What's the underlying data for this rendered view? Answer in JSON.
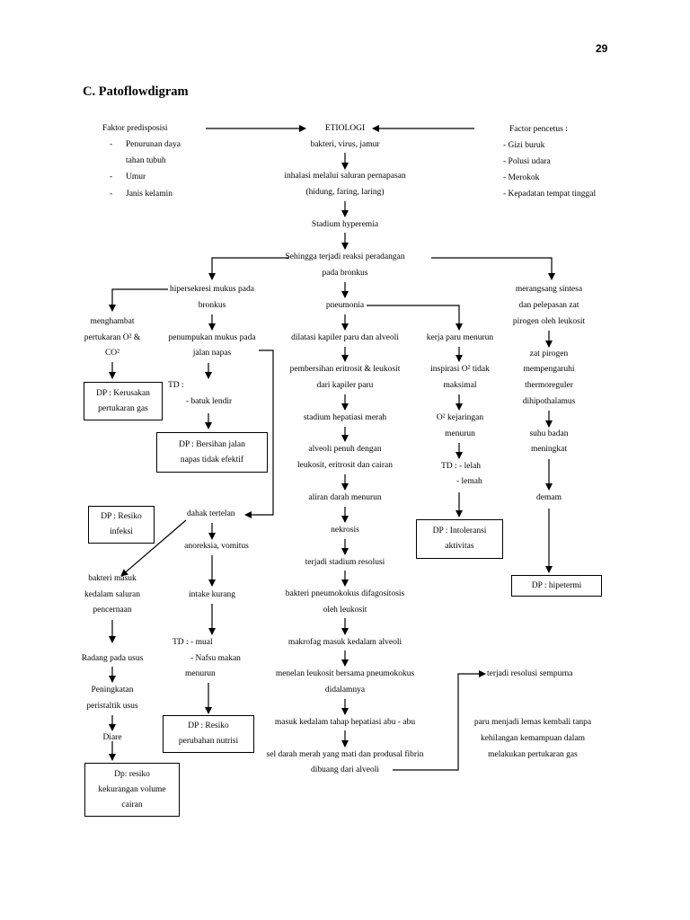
{
  "page_number": "29",
  "section_title": "C. Patoflowdigram",
  "left_factors": {
    "title": "Faktor predisposisi",
    "items": [
      [
        "-",
        "Penurunan   daya"
      ],
      [
        "",
        "tahan tubuh"
      ],
      [
        "-",
        "Umur"
      ],
      [
        "-",
        "Janis kelamin"
      ]
    ]
  },
  "right_factors": {
    "title": "Factor pencetus :",
    "items": [
      "- Gizi buruk",
      "- Polusi udara",
      "- Merokok",
      "- Kepadatan tempat tinggal"
    ]
  },
  "center": {
    "etiologi": "ETIOLOGI",
    "bakteri": "bakteri, virus, jamur",
    "inhalasi_1": "inhalasi melalui saluran pernapasan",
    "inhalasi_2": "(hidung, faring, laring)",
    "stadium_hyperemia": "Stadium hyperemia",
    "reaksi_1": "Sehingga terjadi reaksi peradangan",
    "reaksi_2": "pada bronkus",
    "pneumonia": "pneumonia",
    "dilatasi": "dilatasi kapiler paru dan alveoli",
    "pembersihan_1": "pembersihan eritrosit & leukosit",
    "pembersihan_2": "dari kapiler paru",
    "hepatiasi_merah": "stadium hepatiasi merah",
    "alveoli_1": "alveoli penuh dengan",
    "alveoli_2": "leukosit, eritrosit dan cairan",
    "aliran": "aliran darah menurun",
    "nekrosis": "nekrosis",
    "resolusi": "terjadi stadium resolusi",
    "bakteri_pn_1": "bakteri pneumokokus difagositosis",
    "bakteri_pn_2": "oleh leukosit",
    "makrofag": "makrofag masuk kedalam alveoli",
    "menelan_1": "menelan leukosit bersama pneumokokus",
    "menelan_2": "didalamnya",
    "hepatiasi_abu": "masuk kedalam tahap hepatiasi abu - abu",
    "sel_darah_1": "sel darah merah yang mati dan produsal fibrin",
    "sel_darah_2": "dibuang dari alveoli"
  },
  "left_branch": {
    "hipersekresi_1": "hipersekresi mukus pada",
    "hipersekresi_2": "bronkus",
    "penumpukan_1": "penumpukan mukus pada",
    "penumpukan_2": "jalan napas",
    "td_1": "TD :",
    "td_2": "- batuk lendir",
    "dp_jalan_1": "DP : Bersihan jalan",
    "dp_jalan_2": "napas tidak efektif",
    "menghambat_1": "menghambat",
    "menghambat_2": "pertukaran O² &",
    "menghambat_3": "CO²",
    "dp_gas_1": "DP : Kerusakan",
    "dp_gas_2": "pertukaran gas",
    "dahak": "dahak tertelan",
    "dp_infeksi_1": "DP : Resiko",
    "dp_infeksi_2": "infeksi",
    "anoreksia": "anoreksia, vomitus",
    "intake": "intake kurang",
    "td_mual_1": "TD : -   mual",
    "td_mual_2": "- Nafsu makan",
    "td_mual_3": "menurun",
    "dp_nutrisi_1": "DP : Resiko",
    "dp_nutrisi_2": "perubahan nutrisi",
    "bakteri_masuk_1": "bakteri masuk",
    "bakteri_masuk_2": "kedalam saluran",
    "bakteri_masuk_3": "pencernaan",
    "radang": "Radang pada usus",
    "peningkatan_1": "Peningkatan",
    "peningkatan_2": "peristaltik usus",
    "diare": "Diare",
    "dp_cairan_1": "Dp: resiko",
    "dp_cairan_2": "kekurangan volume",
    "dp_cairan_3": "cairan"
  },
  "mid_right_branch": {
    "kerja_paru": "kerja paru menurun",
    "inspirasi_1": "inspirasi O² tidak",
    "inspirasi_2": "maksimal",
    "o2_1": "O² kejaringan",
    "o2_2": "menurun",
    "td_1": "TD : - lelah",
    "td_2": "- lemah",
    "dp_aktivitas_1": "DP : Intoleransi",
    "dp_aktivitas_2": "aktivitas"
  },
  "right_branch": {
    "merangsang_1": "merangsang sintesa",
    "merangsang_2": "dan pelepasan zat",
    "merangsang_3": "pirogen oleh leukosit",
    "pirogen_1": "zat pirogen",
    "pirogen_2": "mempengaruhi",
    "pirogen_3": "thermoreguler",
    "pirogen_4": "dihipothalamus",
    "suhu_1": "suhu badan",
    "suhu_2": "meningkat",
    "demam": "demam",
    "dp_hipertermi": "DP : hipetermi",
    "resolusi_sempurna": "terjadi resolusi sempurna",
    "paru_1": "paru menjadi lemas kembali tanpa",
    "paru_2": "kehilangan kemampuan dalam",
    "paru_3": "melakukan pertukaran gas"
  }
}
